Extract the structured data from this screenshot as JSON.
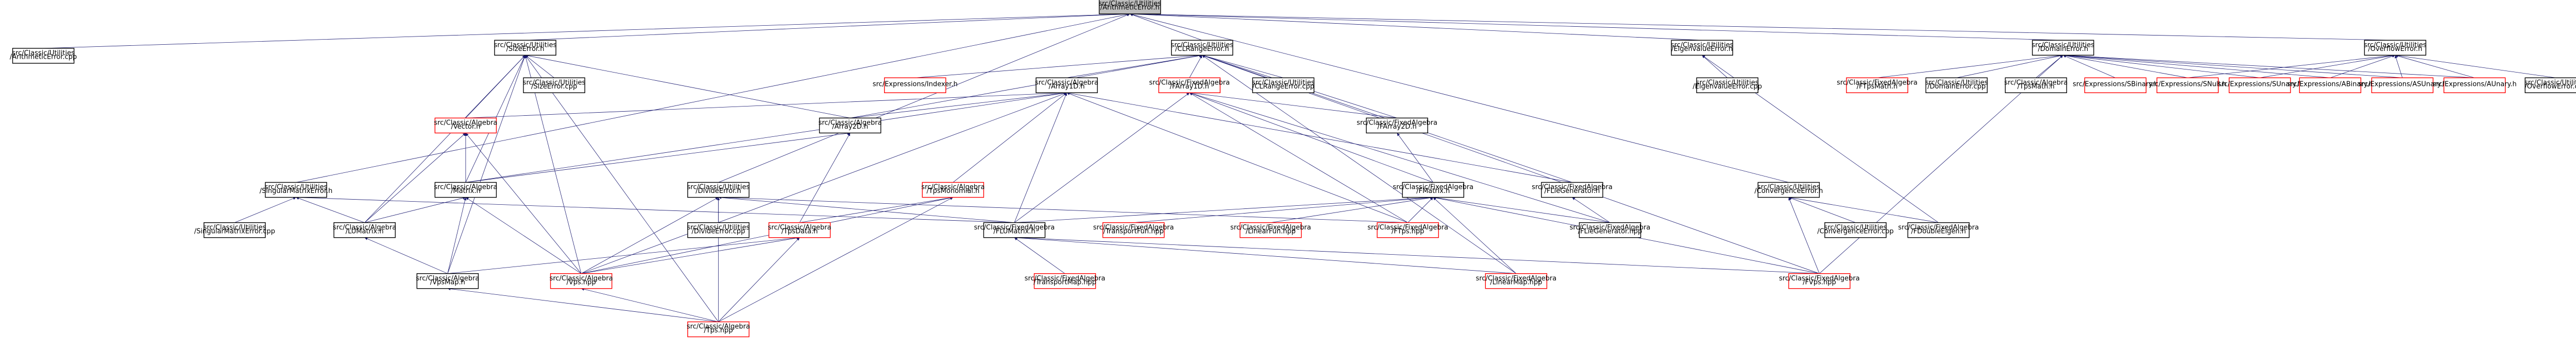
{
  "colors": {
    "edge": "#191970",
    "node_border_black": "#000000",
    "node_border_red": "#ff0000",
    "root_fill": "#bfbfbf",
    "node_fill": "#ffffff",
    "text": "#000000"
  },
  "nodes": [
    {
      "id": "root",
      "lines": [
        "src/Classic/Utilities",
        "/ArithmeticError.h"
      ],
      "border": "black",
      "root": true
    },
    {
      "id": "arithcpp",
      "lines": [
        "src/Classic/Utilities",
        "/ArithmeticError.cpp"
      ],
      "border": "black"
    },
    {
      "id": "sizeerr",
      "lines": [
        "src/Classic/Utilities",
        "/SizeError.h"
      ],
      "border": "black"
    },
    {
      "id": "clrange",
      "lines": [
        "src/Classic/Utilities",
        "/CLRangeError.h"
      ],
      "border": "black"
    },
    {
      "id": "eigenerr",
      "lines": [
        "src/Classic/Utilities",
        "/EigenvalueError.h"
      ],
      "border": "black"
    },
    {
      "id": "domainerr",
      "lines": [
        "src/Classic/Utilities",
        "/DomainError.h"
      ],
      "border": "black"
    },
    {
      "id": "overflow",
      "lines": [
        "src/Classic/Utilities",
        "/OverflowError.h"
      ],
      "border": "black"
    },
    {
      "id": "sizeerrcpp",
      "lines": [
        "src/Classic/Utilities",
        "/SizeError.cpp"
      ],
      "border": "black"
    },
    {
      "id": "indexer",
      "lines": [
        "src/Expressions/Indexer.h"
      ],
      "border": "red"
    },
    {
      "id": "array1d",
      "lines": [
        "src/Classic/Algebra",
        "/Array1D.h"
      ],
      "border": "black"
    },
    {
      "id": "farray1d",
      "lines": [
        "src/Classic/FixedAlgebra",
        "/FArray1D.h"
      ],
      "border": "red"
    },
    {
      "id": "clrangecpp",
      "lines": [
        "src/Classic/Utilities",
        "/CLRangeError.cpp"
      ],
      "border": "black"
    },
    {
      "id": "eigencpp",
      "lines": [
        "src/Classic/Utilities",
        "/EigenvalueError.cpp"
      ],
      "border": "black"
    },
    {
      "id": "ftpsmath",
      "lines": [
        "src/Classic/FixedAlgebra",
        "/FTpsMath.h"
      ],
      "border": "red"
    },
    {
      "id": "domaincpp",
      "lines": [
        "src/Classic/Utilities",
        "/DomainError.cpp"
      ],
      "border": "black"
    },
    {
      "id": "tpsmath",
      "lines": [
        "src/Classic/Algebra",
        "/TpsMath.h"
      ],
      "border": "black"
    },
    {
      "id": "sbinary",
      "lines": [
        "src/Expressions/SBinary.h"
      ],
      "border": "red"
    },
    {
      "id": "snull",
      "lines": [
        "src/Expressions/SNull.h"
      ],
      "border": "red"
    },
    {
      "id": "sunary",
      "lines": [
        "src/Expressions/SUnary.h"
      ],
      "border": "red"
    },
    {
      "id": "abinary",
      "lines": [
        "src/Expressions/ABinary.h"
      ],
      "border": "red"
    },
    {
      "id": "asunary",
      "lines": [
        "src/Expressions/ASUnary.h"
      ],
      "border": "red"
    },
    {
      "id": "aunary",
      "lines": [
        "src/Expressions/AUnary.h"
      ],
      "border": "red"
    },
    {
      "id": "overflowcpp",
      "lines": [
        "src/Classic/Utilities",
        "/OverflowError.cpp"
      ],
      "border": "black"
    },
    {
      "id": "vector",
      "lines": [
        "src/Classic/Algebra",
        "/Vector.h"
      ],
      "border": "red"
    },
    {
      "id": "array2d",
      "lines": [
        "src/Classic/Algebra",
        "/Array2D.h"
      ],
      "border": "black"
    },
    {
      "id": "farray2d",
      "lines": [
        "src/Classic/FixedAlgebra",
        "/FArray2D.h"
      ],
      "border": "black"
    },
    {
      "id": "singmat",
      "lines": [
        "src/Classic/Utilities",
        "/SingularMatrixError.h"
      ],
      "border": "black"
    },
    {
      "id": "matrix",
      "lines": [
        "src/Classic/Algebra",
        "/Matrix.h"
      ],
      "border": "black"
    },
    {
      "id": "tpsmonomial",
      "lines": [
        "src/Classic/Algebra",
        "/TpsMonomial.h"
      ],
      "border": "red"
    },
    {
      "id": "dividerr",
      "lines": [
        "src/Classic/Utilities",
        "/DivideError.h"
      ],
      "border": "black"
    },
    {
      "id": "fmatrix",
      "lines": [
        "src/Classic/FixedAlgebra",
        "/FMatrix.h"
      ],
      "border": "black"
    },
    {
      "id": "flsgen",
      "lines": [
        "src/Classic/FixedAlgebra",
        "/FLieGenerator.h"
      ],
      "border": "black"
    },
    {
      "id": "convergence",
      "lines": [
        "src/Classic/Utilities",
        "/ConvergenceError.h"
      ],
      "border": "black"
    },
    {
      "id": "singmatcpp",
      "lines": [
        "src/Classic/Utilities",
        "/SingularMatrixError.cpp"
      ],
      "border": "black"
    },
    {
      "id": "lumatrix",
      "lines": [
        "src/Classic/Algebra",
        "/LUMatrix.h"
      ],
      "border": "black"
    },
    {
      "id": "dividecpp",
      "lines": [
        "src/Classic/Utilities",
        "/DivideError.cpp"
      ],
      "border": "black"
    },
    {
      "id": "tpsdata",
      "lines": [
        "src/Classic/Algebra",
        "/TpsData.h"
      ],
      "border": "red"
    },
    {
      "id": "flumatrix",
      "lines": [
        "src/Classic/FixedAlgebra",
        "/FLUMatrix.h"
      ],
      "border": "black"
    },
    {
      "id": "transportfun",
      "lines": [
        "src/Classic/FixedAlgebra",
        "/TransportFun.hpp"
      ],
      "border": "red"
    },
    {
      "id": "linearfun",
      "lines": [
        "src/Classic/FixedAlgebra",
        "/LinearFun.hpp"
      ],
      "border": "red"
    },
    {
      "id": "ftps",
      "lines": [
        "src/Classic/FixedAlgebra",
        "/FTps.hpp"
      ],
      "border": "red"
    },
    {
      "id": "flsgenhpp",
      "lines": [
        "src/Classic/FixedAlgebra",
        "/FLieGenerator.hpp"
      ],
      "border": "black"
    },
    {
      "id": "convcpp",
      "lines": [
        "src/Classic/Utilities",
        "/ConvergenceError.cpp"
      ],
      "border": "black"
    },
    {
      "id": "fdoubleeigen",
      "lines": [
        "src/Classic/FixedAlgebra",
        "/FDoubleEigen.h"
      ],
      "border": "black"
    },
    {
      "id": "vpsmap",
      "lines": [
        "src/Classic/Algebra",
        "/VpsMap.h"
      ],
      "border": "black"
    },
    {
      "id": "vps",
      "lines": [
        "src/Classic/Algebra",
        "/Vps.hpp"
      ],
      "border": "red"
    },
    {
      "id": "transportmap",
      "lines": [
        "src/Classic/FixedAlgebra",
        "/TransportMap.hpp"
      ],
      "border": "red"
    },
    {
      "id": "linearmap",
      "lines": [
        "src/Classic/FixedAlgebra",
        "/LinearMap.hpp"
      ],
      "border": "red"
    },
    {
      "id": "fvps",
      "lines": [
        "src/Classic/FixedAlgebra",
        "/FVps.hpp"
      ],
      "border": "red"
    },
    {
      "id": "tps",
      "lines": [
        "src/Classic/Algebra",
        "/Tps.hpp"
      ],
      "border": "red"
    }
  ],
  "edges": [
    [
      "root",
      "arithcpp"
    ],
    [
      "root",
      "sizeerr"
    ],
    [
      "root",
      "clrange"
    ],
    [
      "root",
      "eigenerr"
    ],
    [
      "root",
      "domainerr"
    ],
    [
      "root",
      "overflow"
    ],
    [
      "root",
      "singmat"
    ],
    [
      "root",
      "dividerr"
    ],
    [
      "root",
      "convergence"
    ],
    [
      "sizeerr",
      "sizeerrcpp"
    ],
    [
      "sizeerr",
      "vector"
    ],
    [
      "sizeerr",
      "array2d"
    ],
    [
      "sizeerr",
      "matrix"
    ],
    [
      "sizeerr",
      "lumatrix"
    ],
    [
      "sizeerr",
      "vps"
    ],
    [
      "sizeerr",
      "vpsmap"
    ],
    [
      "sizeerr",
      "tps"
    ],
    [
      "clrange",
      "indexer"
    ],
    [
      "clrange",
      "array1d"
    ],
    [
      "clrange",
      "farray1d"
    ],
    [
      "clrange",
      "clrangecpp"
    ],
    [
      "clrange",
      "array2d"
    ],
    [
      "clrange",
      "farray2d"
    ],
    [
      "clrange",
      "flsgen"
    ],
    [
      "clrange",
      "fvps"
    ],
    [
      "clrange",
      "linearmap"
    ],
    [
      "eigenerr",
      "eigencpp"
    ],
    [
      "eigenerr",
      "fdoubleeigen"
    ],
    [
      "domainerr",
      "ftpsmath"
    ],
    [
      "domainerr",
      "domaincpp"
    ],
    [
      "domainerr",
      "tpsmath"
    ],
    [
      "domainerr",
      "sbinary"
    ],
    [
      "domainerr",
      "snull"
    ],
    [
      "domainerr",
      "sunary"
    ],
    [
      "domainerr",
      "abinary"
    ],
    [
      "domainerr",
      "asunary"
    ],
    [
      "domainerr",
      "aunary"
    ],
    [
      "domainerr",
      "fvps"
    ],
    [
      "overflow",
      "sunary"
    ],
    [
      "overflow",
      "abinary"
    ],
    [
      "overflow",
      "asunary"
    ],
    [
      "overflow",
      "aunary"
    ],
    [
      "overflow",
      "snull"
    ],
    [
      "overflow",
      "overflowcpp"
    ],
    [
      "array1d",
      "vector"
    ],
    [
      "array1d",
      "array2d"
    ],
    [
      "array1d",
      "tpsmonomial"
    ],
    [
      "array1d",
      "matrix"
    ],
    [
      "array1d",
      "flsgen"
    ],
    [
      "array1d",
      "ftps"
    ],
    [
      "array1d",
      "vps"
    ],
    [
      "array1d",
      "flumatrix"
    ],
    [
      "farray1d",
      "farray2d"
    ],
    [
      "farray1d",
      "fmatrix"
    ],
    [
      "farray1d",
      "flumatrix"
    ],
    [
      "farray1d",
      "ftps"
    ],
    [
      "farray1d",
      "flsgenhpp"
    ],
    [
      "vector",
      "matrix"
    ],
    [
      "vector",
      "lumatrix"
    ],
    [
      "vector",
      "vps"
    ],
    [
      "array2d",
      "matrix"
    ],
    [
      "array2d",
      "tpsdata"
    ],
    [
      "farray2d",
      "fmatrix"
    ],
    [
      "singmat",
      "singmatcpp"
    ],
    [
      "singmat",
      "lumatrix"
    ],
    [
      "singmat",
      "flumatrix"
    ],
    [
      "matrix",
      "lumatrix"
    ],
    [
      "matrix",
      "vpsmap"
    ],
    [
      "matrix",
      "vps"
    ],
    [
      "tpsmonomial",
      "tpsdata"
    ],
    [
      "tpsmonomial",
      "vps"
    ],
    [
      "tpsmonomial",
      "tps"
    ],
    [
      "dividerr",
      "dividecpp"
    ],
    [
      "dividerr",
      "flumatrix"
    ],
    [
      "dividerr",
      "tps"
    ],
    [
      "dividerr",
      "vps"
    ],
    [
      "dividerr",
      "ftps"
    ],
    [
      "fmatrix",
      "flumatrix"
    ],
    [
      "fmatrix",
      "transportfun"
    ],
    [
      "fmatrix",
      "linearfun"
    ],
    [
      "fmatrix",
      "ftps"
    ],
    [
      "fmatrix",
      "flsgenhpp"
    ],
    [
      "fmatrix",
      "linearmap"
    ],
    [
      "fmatrix",
      "fvps"
    ],
    [
      "flsgen",
      "flsgenhpp"
    ],
    [
      "convergence",
      "convcpp"
    ],
    [
      "convergence",
      "fdoubleeigen"
    ],
    [
      "convergence",
      "fvps"
    ],
    [
      "lumatrix",
      "vpsmap"
    ],
    [
      "tpsdata",
      "vpsmap"
    ],
    [
      "tpsdata",
      "vps"
    ],
    [
      "tpsdata",
      "tps"
    ],
    [
      "flumatrix",
      "transportmap"
    ],
    [
      "flumatrix",
      "linearmap"
    ],
    [
      "flumatrix",
      "fvps"
    ],
    [
      "vpsmap",
      "tps"
    ],
    [
      "vps",
      "tps"
    ]
  ]
}
